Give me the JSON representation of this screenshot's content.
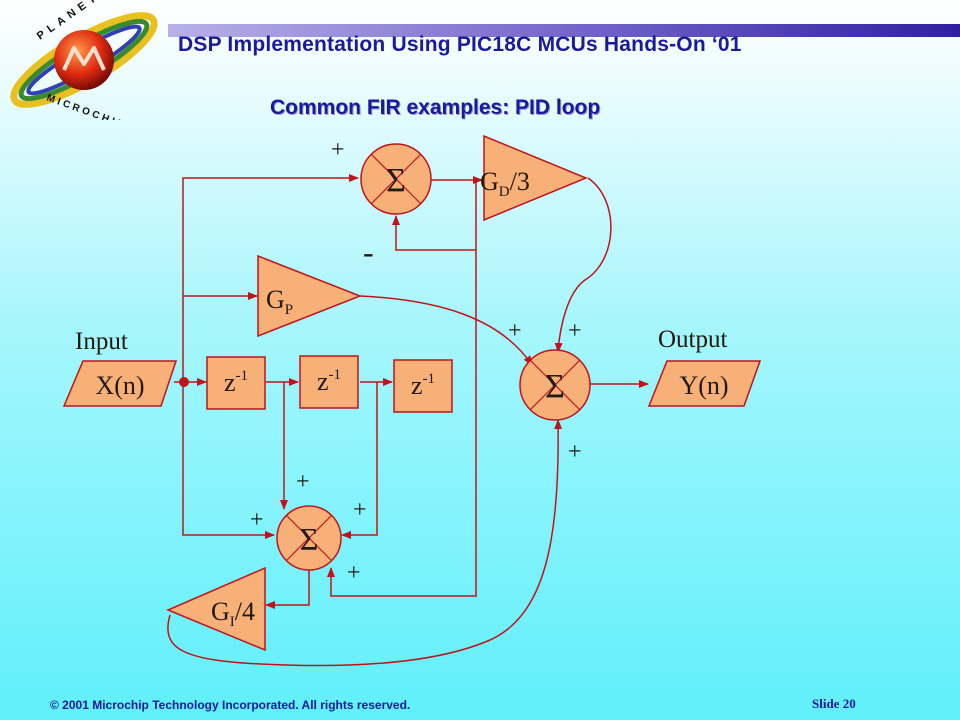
{
  "header": {
    "title": "DSP Implementation Using PIC18C MCUs Hands-On  ‘01",
    "logo": {
      "top_text": "PLANET",
      "bottom_text": "MICROCHIP"
    }
  },
  "slide": {
    "subtitle": "Common FIR examples: PID loop"
  },
  "diagram": {
    "input_label": "Input",
    "output_label": "Output",
    "input_block": "X(n)",
    "output_block": "Y(n)",
    "delay_base": "z",
    "delay_exp": "-1",
    "sum_symbol": "Σ",
    "gain_p": {
      "base": "G",
      "sub": "P",
      "tail": ""
    },
    "gain_d": {
      "base": "G",
      "sub": "D",
      "tail": "/3"
    },
    "gain_i": {
      "base": "G",
      "sub": "I",
      "tail": "/4"
    },
    "plus": "+",
    "minus": "-"
  },
  "footer": {
    "copyright": "© 2001 Microchip Technology Incorporated.  All rights reserved.",
    "slide_number": "Slide 20"
  },
  "colors": {
    "title_blue": "#1a1aa0",
    "block_fill": "#f7b078",
    "stroke_red": "#c0141c",
    "text_dark": "#221a10"
  }
}
